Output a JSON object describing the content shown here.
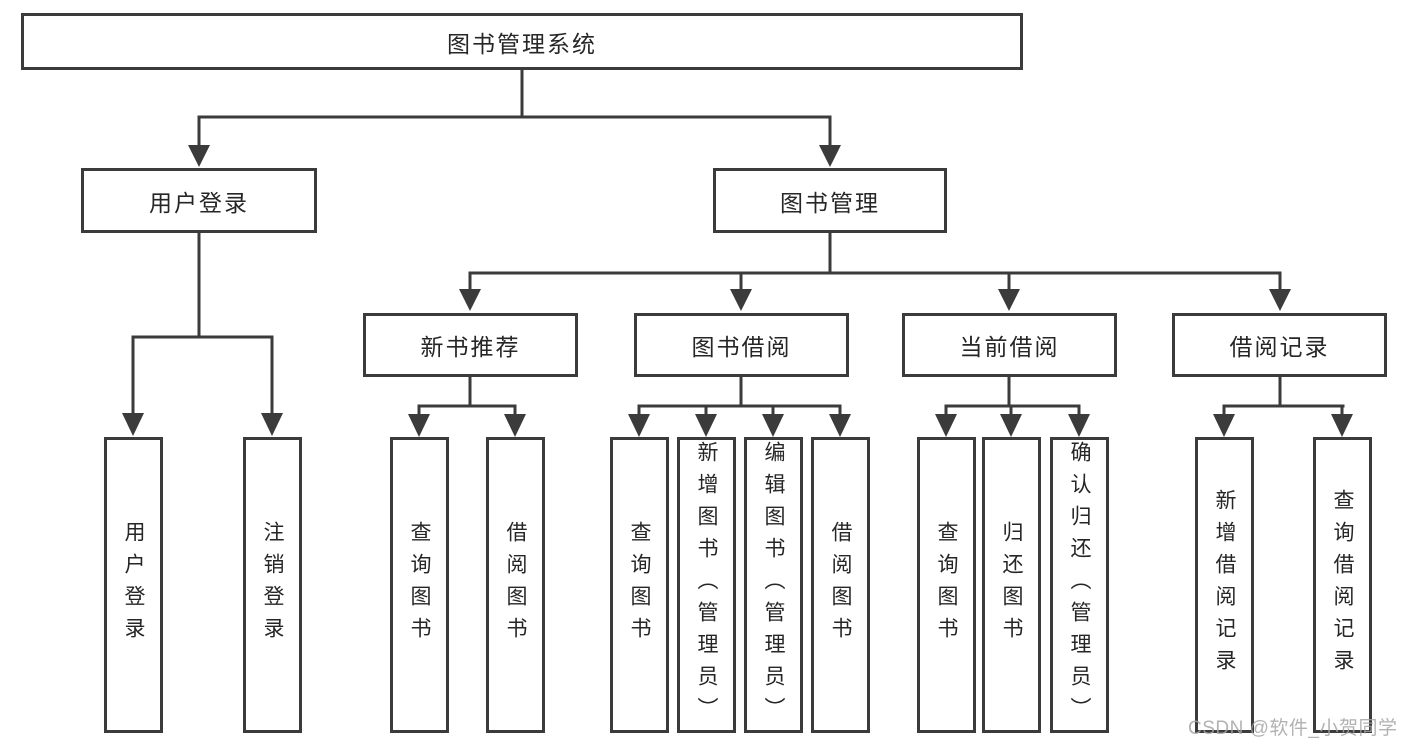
{
  "tree": {
    "root": "图书管理系统",
    "branches": [
      {
        "label": "用户登录",
        "children": [
          "用户登录",
          "注销登录"
        ]
      },
      {
        "label": "图书管理",
        "groups": [
          {
            "label": "新书推荐",
            "children": [
              "查询图书",
              "借阅图书"
            ]
          },
          {
            "label": "图书借阅",
            "children": [
              "查询图书",
              "新增图书（管理员）",
              "编辑图书（管理员）",
              "借阅图书"
            ]
          },
          {
            "label": "当前借阅",
            "children": [
              "查询图书",
              "归还图书",
              "确认归还（管理员）"
            ]
          },
          {
            "label": "借阅记录",
            "children": [
              "新增借阅记录",
              "查询借阅记录"
            ]
          }
        ]
      }
    ]
  },
  "watermark": {
    "text": "CSDN @软件_小贺同学"
  },
  "colors": {
    "line": "#3b3b3b",
    "text": "#262626",
    "watermark": "#a5a5a5",
    "background": "#ffffff"
  }
}
